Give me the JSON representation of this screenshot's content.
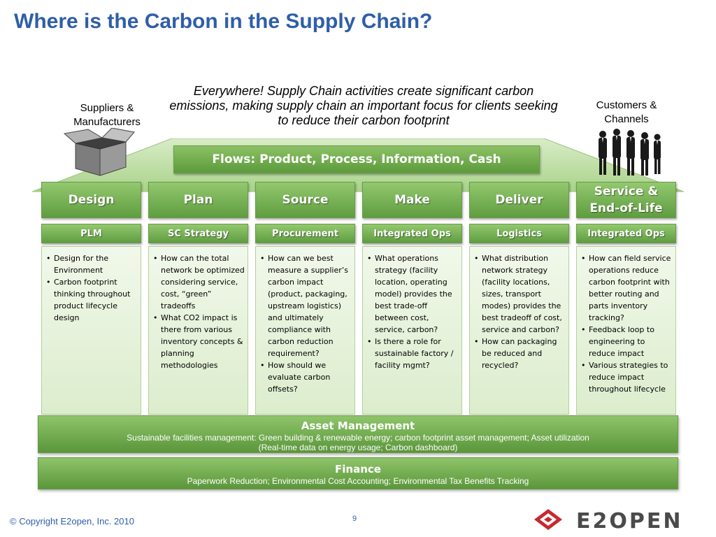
{
  "title": "Where is the Carbon in the Supply Chain?",
  "tagline": "Everywhere! Supply Chain activities create significant carbon emissions, making supply chain an important focus for clients seeking to reduce their carbon footprint",
  "suppliers": {
    "line1": "Suppliers &",
    "line2": "Manufacturers",
    "icon": "box-icon"
  },
  "customers": {
    "line1": "Customers &",
    "line2": "Channels",
    "icon": "people-icon"
  },
  "flows": "Flows:  Product, Process, Information,  Cash",
  "columns": [
    {
      "header": "Design",
      "sub": "PLM",
      "bullets": [
        "Design for the Environment",
        "Carbon footprint thinking throughout product lifecycle design"
      ]
    },
    {
      "header": "Plan",
      "sub": "SC Strategy",
      "bullets": [
        "How can the total network be optimized considering service, cost, “green” tradeoffs",
        "What CO2 impact is there from various inventory concepts & planning methodologies"
      ]
    },
    {
      "header": "Source",
      "sub": "Procurement",
      "bullets": [
        "How can we best measure a supplier’s carbon impact (product, packaging, upstream logistics) and ultimately compliance with carbon reduction requirement?",
        "How should we evaluate carbon offsets?"
      ]
    },
    {
      "header": "Make",
      "sub": "Integrated Ops",
      "bullets": [
        "What operations strategy (facility location, operating model) provides the best trade-off between cost, service, carbon?",
        "Is there a role for sustainable factory / facility mgmt?"
      ]
    },
    {
      "header": "Deliver",
      "sub": "Logistics",
      "bullets": [
        "What distribution network strategy (facility locations, sizes, transport modes) provides the best tradeoff of cost, service and carbon?",
        "How can packaging be reduced and recycled?"
      ]
    },
    {
      "header_line1": "Service &",
      "header_line2": "End-of-Life",
      "sub": "Integrated Ops",
      "bullets": [
        "How can field service operations reduce carbon footprint with better routing and parts inventory tracking?",
        "Feedback loop to engineering to reduce impact",
        "Various strategies to reduce impact throughout lifecycle"
      ]
    }
  ],
  "asset_management": {
    "title": "Asset Management",
    "line1": "Sustainable facilities management:   Green building & renewable energy; carbon footprint asset management;  Asset utilization",
    "line2": "(Real-time data on energy usage; Carbon dashboard)"
  },
  "finance": {
    "title": "Finance",
    "line1": "Paperwork Reduction; Environmental Cost Accounting; Environmental Tax Benefits Tracking"
  },
  "footer": {
    "copyright": "© Copyright E2open, Inc. 2010",
    "page": "9",
    "logo_text": "E2OPEN"
  },
  "colors": {
    "title": "#2f5ea8",
    "green": "#6fae4a",
    "logo_red": "#c8282e"
  }
}
